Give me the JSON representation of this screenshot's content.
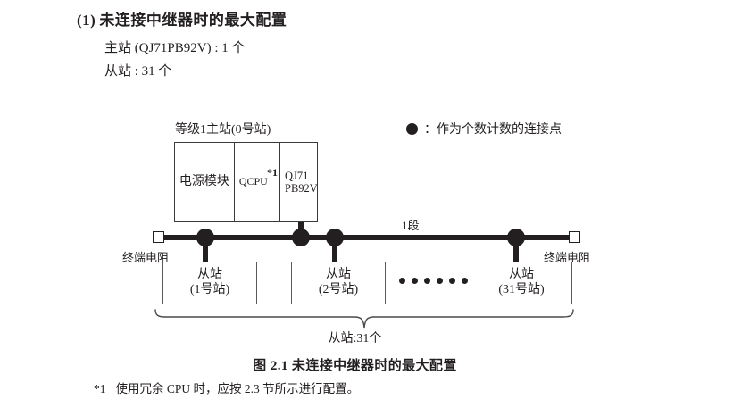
{
  "section": {
    "number": "(1)",
    "title": "未连接中继器时的最大配置",
    "specs": [
      "主站 (QJ71PB92V) : 1 个",
      "从站 : 31 个"
    ]
  },
  "legend": {
    "icon": "filled-circle",
    "separator": "：",
    "text": "作为个数计数的连接点"
  },
  "diagram": {
    "rack": {
      "label": "等级1主站(0号站)",
      "modules": [
        {
          "name": "电源模块"
        },
        {
          "name": "QCPU",
          "footnote": "*1"
        },
        {
          "name_line1": "QJ71",
          "name_line2": "PB92V"
        }
      ]
    },
    "bus": {
      "segment_label": "1段",
      "terminator_left": "终端电阻",
      "terminator_right": "终端电阻"
    },
    "slaves": [
      {
        "title": "从站",
        "station": "(1号站)"
      },
      {
        "title": "从站",
        "station": "(2号站)"
      },
      {
        "title": "从站",
        "station": "(31号站)"
      }
    ],
    "ellipsis_count": 6,
    "brace_caption": "从站:31个"
  },
  "figure_caption": "图 2.1  未连接中继器时的最大配置",
  "footnote": {
    "mark": "*1",
    "text": "使用冗余 CPU 时，应按 2.3 节所示进行配置。"
  }
}
